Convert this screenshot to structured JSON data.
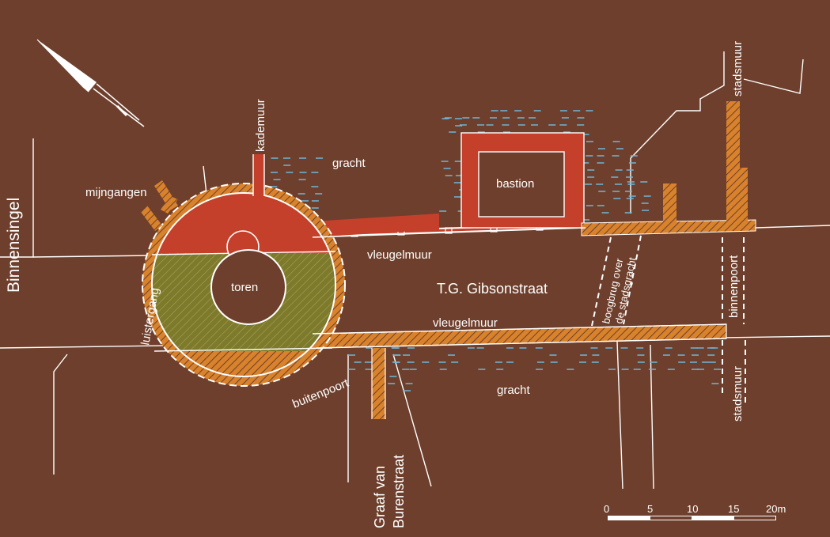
{
  "labels": {
    "binnensingel": "Binnensingel",
    "mijngangen": "mijngangen",
    "kademuur": "kademuur",
    "gracht_top": "gracht",
    "bastion": "bastion",
    "stadsmuur_top": "stadsmuur",
    "toren": "toren",
    "luistergang": "luistergang",
    "vleugelmuur_top": "vleugelmuur",
    "street": "T.G. Gibsonstraat",
    "boogbrug_1": "boogbrug over",
    "boogbrug_2": "de stadsgracht",
    "binnenpoort": "binnenpoort",
    "vleugelmuur_bottom": "vleugelmuur",
    "buitenpoort": "buitenpoort",
    "gracht_bottom": "gracht",
    "stadsmuur_bottom": "stadsmuur",
    "graaf_1": "Graaf van",
    "graaf_2": "Burenstraat"
  },
  "scale_bar": {
    "ticks": [
      "0",
      "5",
      "10",
      "15",
      "20m"
    ]
  },
  "colors": {
    "background": "#6e3f2c",
    "red_wall": "#c4402a",
    "orange_hatch": "#d9822c",
    "green_hatch": "#7d7a2c",
    "water": "#6fb6d6",
    "line": "#ffffff"
  }
}
